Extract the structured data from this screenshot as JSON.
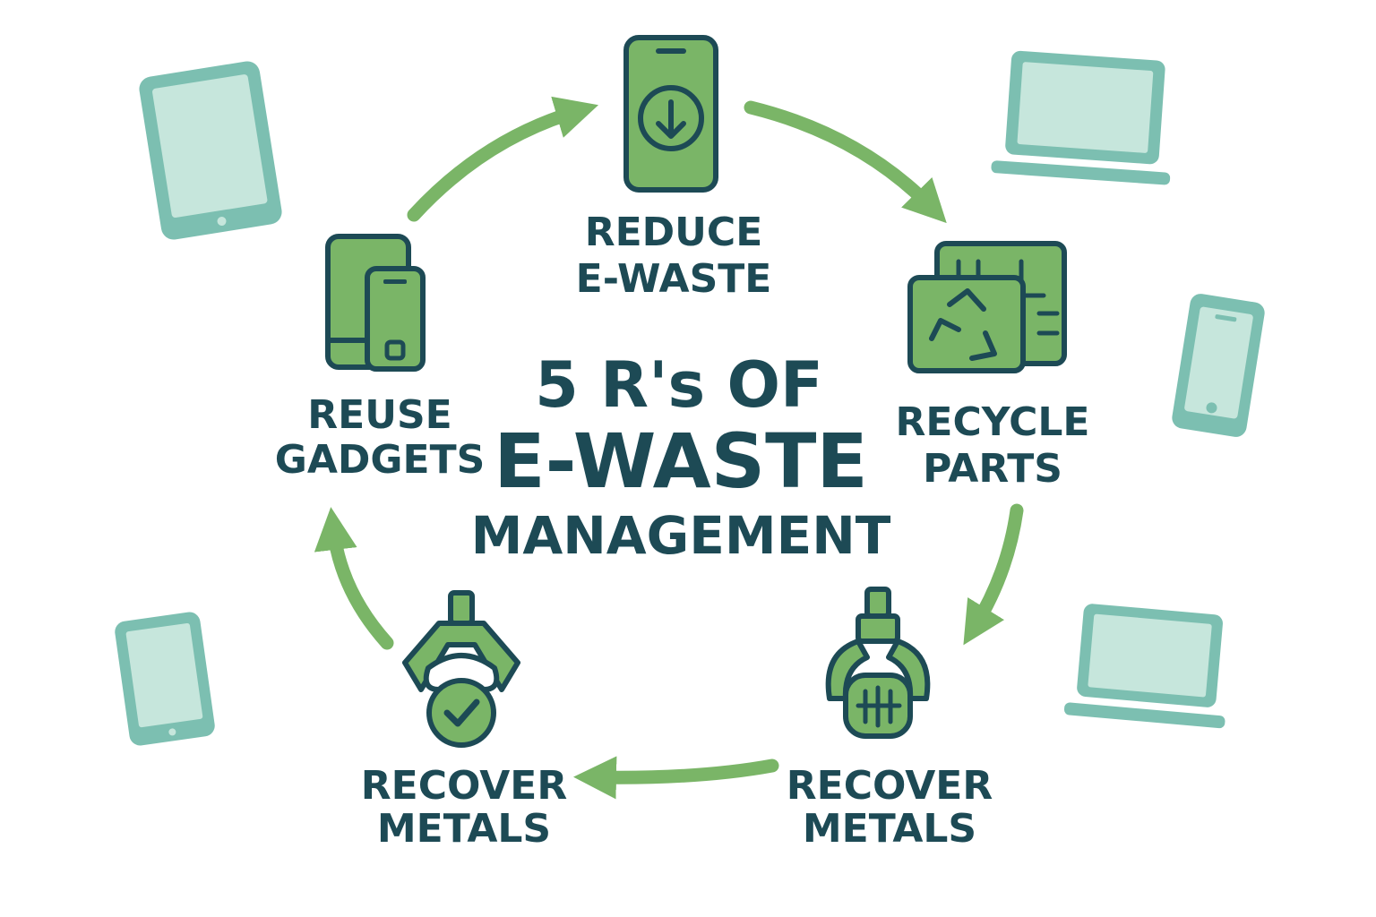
{
  "title": {
    "line1": "5 R's OF",
    "line2": "E-WASTE",
    "line3": "MANAGEMENT"
  },
  "steps": [
    {
      "line1": "REDUCE",
      "line2": "E-WASTE",
      "icon": "smartphone-download-icon"
    },
    {
      "line1": "RECYCLE",
      "line2": "PARTS",
      "icon": "circuit-board-recycle-icon"
    },
    {
      "line1": "RECOVER",
      "line2": "METALS",
      "icon": "robotic-claw-chip-icon"
    },
    {
      "line1": "RECOVER",
      "line2": "METALS",
      "icon": "robotic-claw-check-icon"
    },
    {
      "line1": "REUSE",
      "line2": "GADGETS",
      "icon": "two-phones-icon"
    }
  ],
  "colors": {
    "dark": "#1d4a55",
    "green": "#7ab567",
    "teal": "#7cbfb1",
    "teal_light": "#c6e6dc"
  }
}
